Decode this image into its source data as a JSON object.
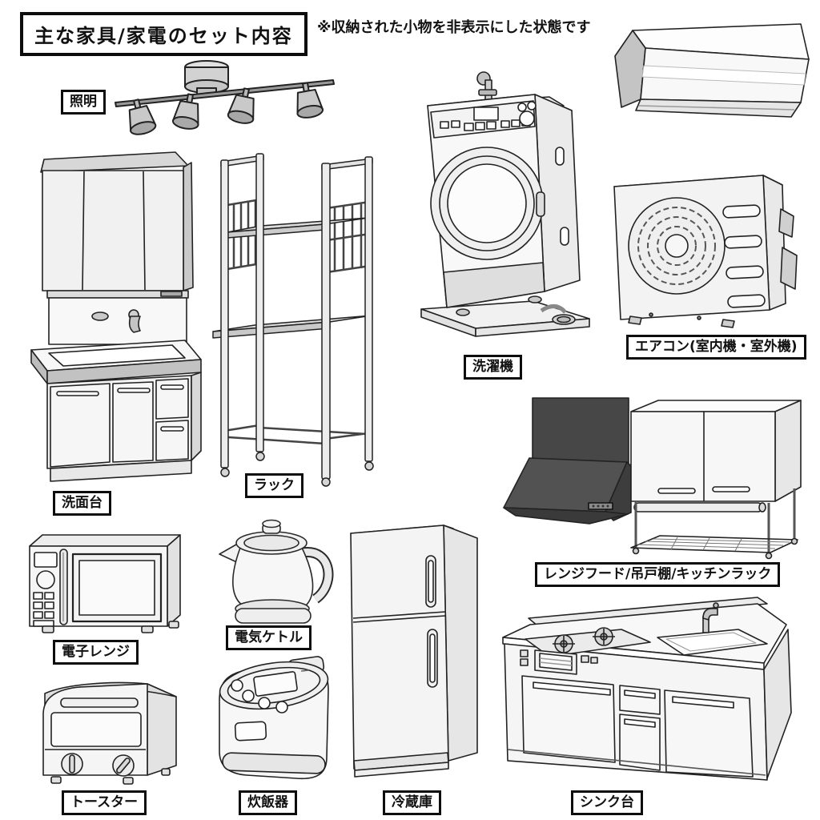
{
  "page": {
    "title": "主な家具/家電のセット内容",
    "note": "※収納された小物を非表示にした状態です"
  },
  "style": {
    "background": "#ffffff",
    "outline": "#222222",
    "label_border": "#0d0d0d",
    "light_fill": "#f6f6f6",
    "mid_fill": "#d9d9d9",
    "hood_dark": "#4f4f4f"
  },
  "items": [
    {
      "id": "lighting",
      "label": "照明",
      "illustration": "ceiling-track-spotlights"
    },
    {
      "id": "vanity",
      "label": "洗面台",
      "illustration": "bathroom-vanity-with-mirror-cabinet"
    },
    {
      "id": "rack",
      "label": "ラック",
      "illustration": "tall-storage-rack-with-casters"
    },
    {
      "id": "washing-machine",
      "label": "洗濯機",
      "illustration": "drum-washing-machine-on-drain-pan"
    },
    {
      "id": "air-conditioner",
      "label": "エアコン(室内機・室外機)",
      "illustration": "ac-indoor-and-outdoor-units"
    },
    {
      "id": "range-hood-set",
      "label": "レンジフード/吊戸棚/キッチンラック",
      "illustration": "range-hood-hanging-cupboard-kitchen-rack"
    },
    {
      "id": "microwave",
      "label": "電子レンジ",
      "illustration": "microwave-oven"
    },
    {
      "id": "kettle",
      "label": "電気ケトル",
      "illustration": "electric-kettle"
    },
    {
      "id": "toaster",
      "label": "トースター",
      "illustration": "toaster-oven"
    },
    {
      "id": "rice-cooker",
      "label": "炊飯器",
      "illustration": "rice-cooker"
    },
    {
      "id": "refrigerator",
      "label": "冷蔵庫",
      "illustration": "two-door-refrigerator"
    },
    {
      "id": "sink-unit",
      "label": "シンク台",
      "illustration": "kitchen-sink-counter-with-stove"
    }
  ]
}
